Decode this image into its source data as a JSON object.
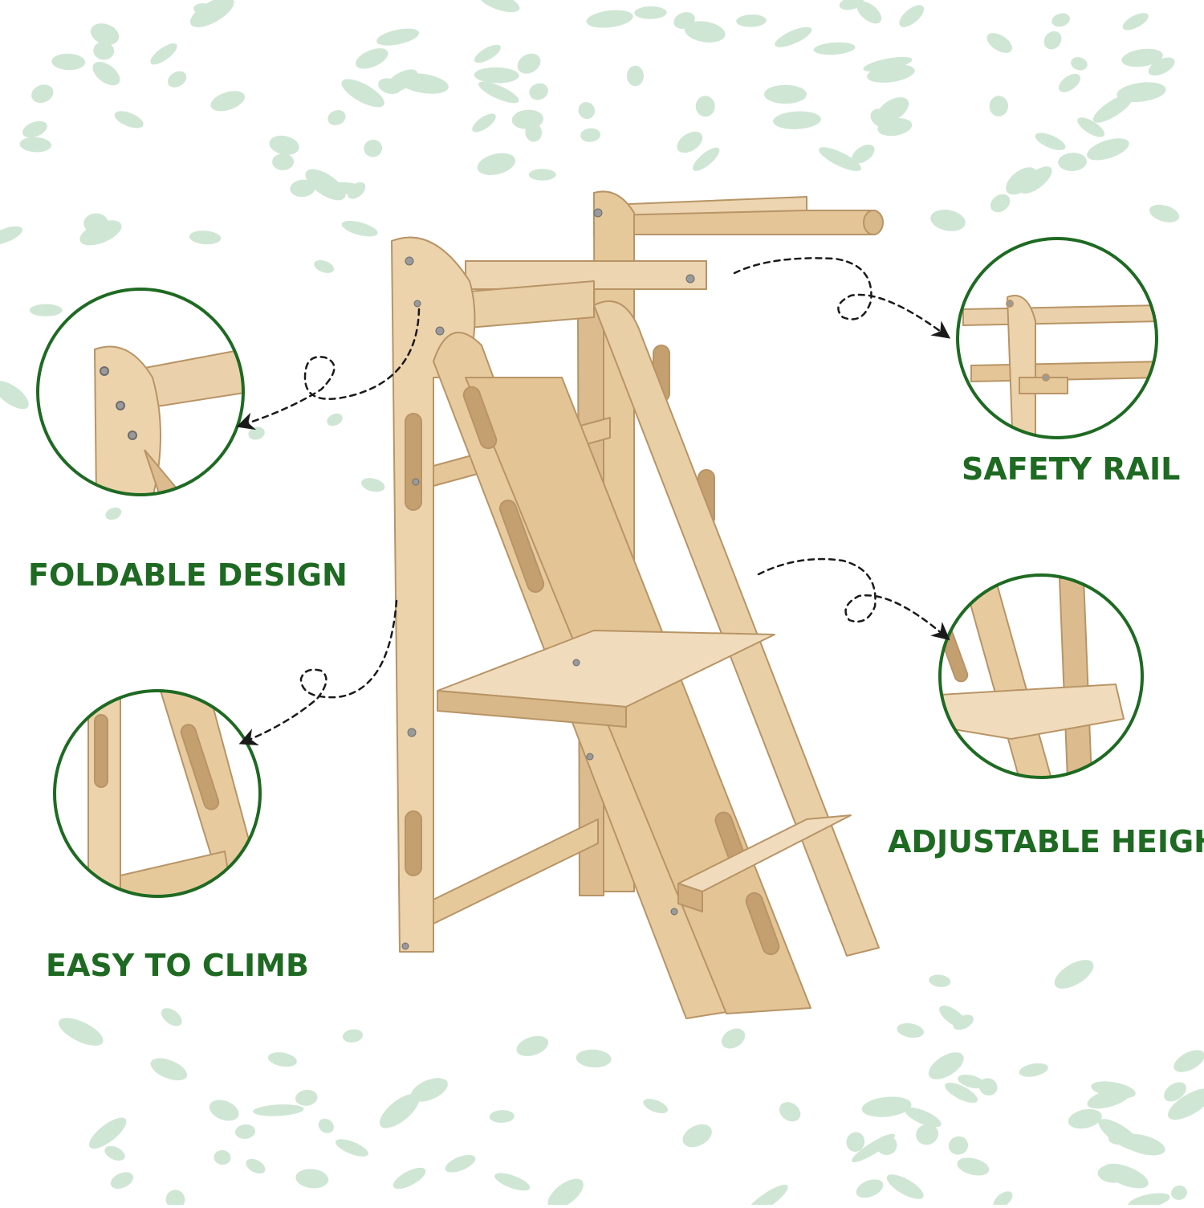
{
  "colors": {
    "background": "#ffffff",
    "dots": "#cfe6d4",
    "accent_green": "#1e6a22",
    "wood_light": "#ead1ab",
    "wood_mid": "#dcbc8f",
    "wood_dark": "#c49f70",
    "arrow": "#1a1a1a"
  },
  "features": [
    {
      "label": "FOLDABLE DESIGN",
      "callout": "detail-circle-foldable",
      "icon": "hinge-detail"
    },
    {
      "label": "EASY TO CLIMB",
      "callout": "detail-circle-climb",
      "icon": "ladder-detail"
    },
    {
      "label": "SAFETY RAIL",
      "callout": "detail-circle-safety",
      "icon": "rail-detail"
    },
    {
      "label": "ADJUSTABLE HEIGHT",
      "callout": "detail-circle-adjust",
      "icon": "platform-detail"
    }
  ]
}
